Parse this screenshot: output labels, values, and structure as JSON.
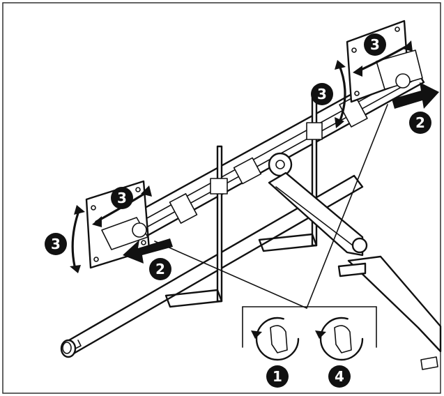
{
  "callouts": {
    "rotate_top_left": "3",
    "rotate_top_side": "3",
    "rotate_left_top": "3",
    "rotate_left_side": "3",
    "push_right": "2",
    "push_left": "2",
    "loosen": "1",
    "tighten": "4"
  },
  "colors": {
    "ink": "#111111",
    "paper": "#ffffff",
    "badge": "#111111"
  }
}
